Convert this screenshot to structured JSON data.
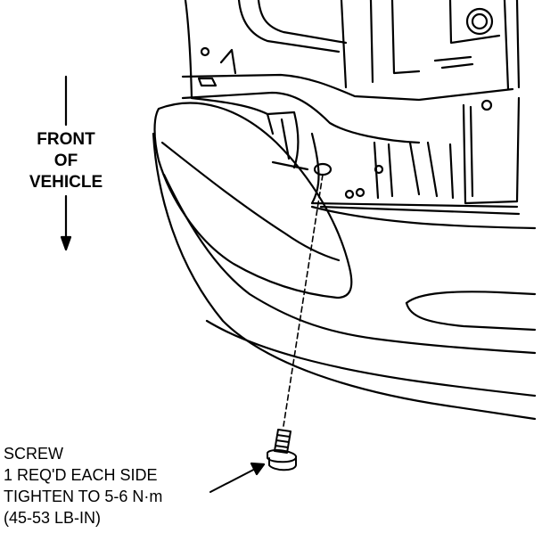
{
  "direction": {
    "line1": "FRONT",
    "line2": "OF",
    "line3": "VEHICLE"
  },
  "callout": {
    "part": "SCREW",
    "qty": "1 REQ'D EACH SIDE",
    "torque_metric": "TIGHTEN TO 5-6 N·m",
    "torque_imperial": "(45-53 LB-IN)"
  }
}
